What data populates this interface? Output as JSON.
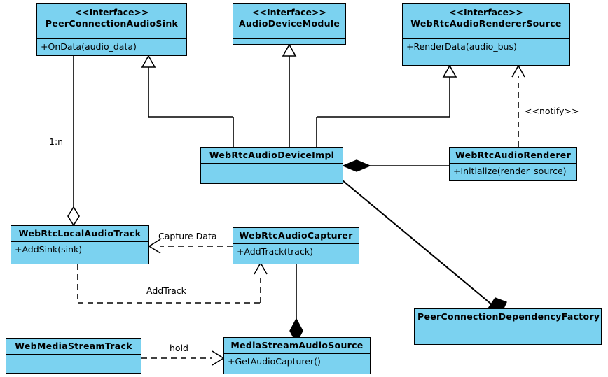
{
  "diagram": {
    "title": "WebRTC Audio Architecture Class Diagram",
    "type": "uml-class-diagram",
    "colors": {
      "class_fill": "#7BD2F0",
      "border": "#000000",
      "background": "#ffffff"
    },
    "stereotype_interface": "<<Interface>>"
  },
  "classes": [
    {
      "id": "peer-connection-audio-sink",
      "stereotype": "<<Interface>>",
      "name": "PeerConnectionAudioSink",
      "members": [
        "+OnData(audio_data)"
      ]
    },
    {
      "id": "audio-device-module",
      "stereotype": "<<Interface>>",
      "name": "AudioDeviceModule",
      "members": [
        ""
      ]
    },
    {
      "id": "webrtc-audio-renderer-source",
      "stereotype": "<<Interface>>",
      "name": "WebRtcAudioRendererSource",
      "members": [
        "+RenderData(audio_bus)"
      ]
    },
    {
      "id": "webrtc-audio-device-impl",
      "stereotype": "",
      "name": "WebRtcAudioDeviceImpl",
      "members": [
        ""
      ]
    },
    {
      "id": "webrtc-audio-renderer",
      "stereotype": "",
      "name": "WebRtcAudioRenderer",
      "members": [
        "+Initialize(render_source)"
      ]
    },
    {
      "id": "webrtc-local-audio-track",
      "stereotype": "",
      "name": "WebRtcLocalAudioTrack",
      "members": [
        "+AddSink(sink)"
      ]
    },
    {
      "id": "webrtc-audio-capturer",
      "stereotype": "",
      "name": "WebRtcAudioCapturer",
      "members": [
        "+AddTrack(track)"
      ]
    },
    {
      "id": "peer-connection-dependency-factory",
      "stereotype": "",
      "name": "PeerConnectionDependencyFactory",
      "members": [
        ""
      ]
    },
    {
      "id": "web-media-stream-track",
      "stereotype": "",
      "name": "WebMediaStreamTrack",
      "members": [
        ""
      ]
    },
    {
      "id": "media-stream-audio-source",
      "stereotype": "",
      "name": "MediaStreamAudioSource",
      "members": [
        "+GetAudioCapturer()"
      ]
    }
  ],
  "relationships": [
    {
      "id": "rel-sink-aggregation-track",
      "kind": "aggregation",
      "from": "webrtc-local-audio-track",
      "to": "peer-connection-audio-sink",
      "label": "1:n"
    },
    {
      "id": "rel-impl-realizes-sink",
      "kind": "realization",
      "from": "webrtc-audio-device-impl",
      "to": "peer-connection-audio-sink",
      "label": ""
    },
    {
      "id": "rel-impl-realizes-adm",
      "kind": "realization",
      "from": "webrtc-audio-device-impl",
      "to": "audio-device-module",
      "label": ""
    },
    {
      "id": "rel-impl-realizes-renderer-source",
      "kind": "realization",
      "from": "webrtc-audio-device-impl",
      "to": "webrtc-audio-renderer-source",
      "label": ""
    },
    {
      "id": "rel-renderer-notify-source",
      "kind": "dependency",
      "from": "webrtc-audio-renderer",
      "to": "webrtc-audio-renderer-source",
      "label": "<<notify>>"
    },
    {
      "id": "rel-impl-composes-renderer",
      "kind": "composition",
      "from": "webrtc-audio-device-impl",
      "to": "webrtc-audio-renderer",
      "label": ""
    },
    {
      "id": "rel-factory-composes-impl",
      "kind": "composition",
      "from": "peer-connection-dependency-factory",
      "to": "webrtc-audio-device-impl",
      "label": ""
    },
    {
      "id": "rel-capturer-capture-data-track",
      "kind": "dependency",
      "from": "webrtc-audio-capturer",
      "to": "webrtc-local-audio-track",
      "label": "Capture Data"
    },
    {
      "id": "rel-track-addtrack-capturer",
      "kind": "dependency",
      "from": "webrtc-local-audio-track",
      "to": "webrtc-audio-capturer",
      "label": "AddTrack"
    },
    {
      "id": "rel-source-composes-capturer",
      "kind": "composition",
      "from": "media-stream-audio-source",
      "to": "webrtc-audio-capturer",
      "label": ""
    },
    {
      "id": "rel-track-hold-source",
      "kind": "dependency",
      "from": "web-media-stream-track",
      "to": "media-stream-audio-source",
      "label": "hold"
    }
  ],
  "labels": {
    "one_to_n": "1:n",
    "notify": "<<notify>>",
    "capture_data": "Capture Data",
    "add_track": "AddTrack",
    "hold": "hold"
  }
}
